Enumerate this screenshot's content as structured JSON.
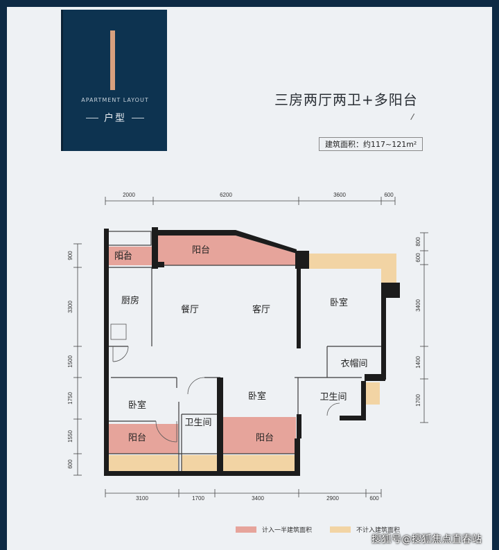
{
  "badge": {
    "label_en": "APARTMENT LAYOUT",
    "label_cn": "户型"
  },
  "headline": "三房两厅两卫+多阳台",
  "area": {
    "text": "建筑面积：约117~121m²"
  },
  "dimensions": {
    "top": [
      "2000",
      "6200",
      "3600",
      "600"
    ],
    "bottom": [
      "3100",
      "1700",
      "3400",
      "2900",
      "600"
    ],
    "left": [
      "900",
      "3300",
      "1500",
      "1750",
      "1550",
      "600"
    ],
    "right": [
      "800",
      "600",
      "3400",
      "1400",
      "1700"
    ]
  },
  "rooms": {
    "balcony_kitchen": "阳台",
    "balcony_top": "阳台",
    "kitchen": "厨房",
    "dining": "餐厅",
    "living": "客厅",
    "bedroom_master": "卧室",
    "closet": "衣帽间",
    "bedroom_left": "卧室",
    "bath_mid": "卫生间",
    "bedroom_mid": "卧室",
    "bath_right": "卫生间",
    "balcony_left": "阳台",
    "balcony_mid": "阳台"
  },
  "legend": [
    {
      "label": "计入一半建筑面积",
      "color": "#e6a49b"
    },
    {
      "label": "不计入建筑面积",
      "color": "#f2d4a4"
    }
  ],
  "watermark": "搜狐号@搜狐焦点直春站",
  "colors": {
    "half_area": "#e6a49b",
    "excluded": "#f2d4a4",
    "wall": "#1c1c1c",
    "badge": "#0d3350",
    "accent": "#d7a07e"
  }
}
